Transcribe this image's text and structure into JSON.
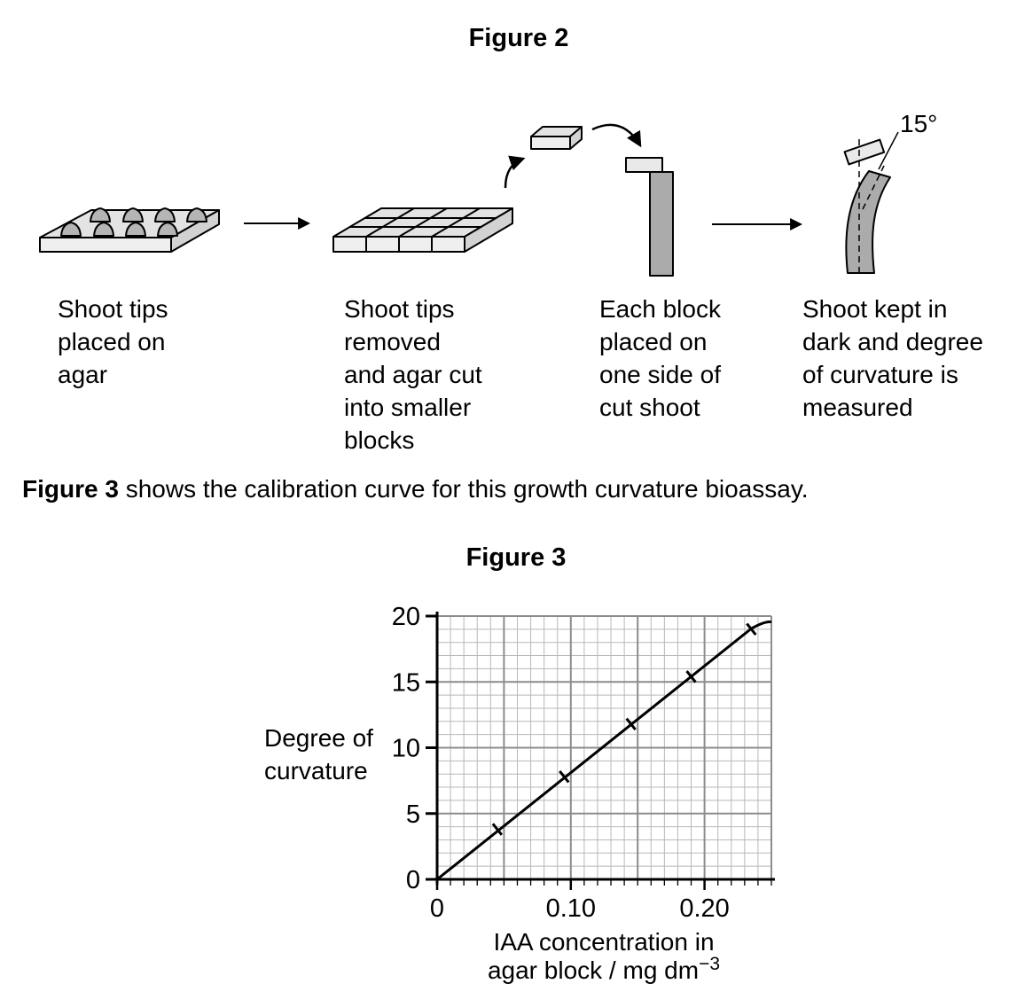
{
  "figure2": {
    "title": "Figure 2",
    "steps": [
      {
        "caption": "Shoot tips\nplaced on\nagar"
      },
      {
        "caption": "Shoot tips\nremoved\nand agar cut\ninto smaller\nblocks"
      },
      {
        "caption": "Each block\nplaced on\none side of\ncut shoot"
      },
      {
        "caption": "Shoot kept in\ndark and degree\nof curvature is\nmeasured"
      }
    ],
    "angle_label": "15°"
  },
  "paragraph": {
    "bold": "Figure 3",
    "rest": " shows the calibration curve for this growth curvature bioassay."
  },
  "figure3": {
    "title": "Figure 3",
    "ylabel": "Degree of\ncurvature",
    "xlabel_line1": "IAA concentration in",
    "xlabel_line2_main": "agar block / mg dm",
    "xlabel_superscript": "−3"
  },
  "chart_data": {
    "type": "line",
    "title": "Figure 3",
    "xlabel": "IAA concentration in agar block / mg dm−3",
    "ylabel": "Degree of curvature",
    "xlim": [
      0,
      0.25
    ],
    "ylim": [
      0,
      20
    ],
    "x_minor_step": 0.01,
    "x_major_step": 0.05,
    "y_minor_step": 1,
    "y_major_step": 5,
    "x_ticks": [
      {
        "value": 0,
        "label": "0"
      },
      {
        "value": 0.1,
        "label": "0.10"
      },
      {
        "value": 0.2,
        "label": "0.20"
      }
    ],
    "y_ticks": [
      {
        "value": 0,
        "label": "0"
      },
      {
        "value": 5,
        "label": "5"
      },
      {
        "value": 10,
        "label": "10"
      },
      {
        "value": 15,
        "label": "15"
      },
      {
        "value": 20,
        "label": "20"
      }
    ],
    "points": [
      [
        0.045,
        3.8
      ],
      [
        0.095,
        7.8
      ],
      [
        0.145,
        11.8
      ],
      [
        0.19,
        15.4
      ],
      [
        0.235,
        19.0
      ]
    ],
    "line": {
      "start": [
        0,
        0
      ],
      "straight_to": [
        0.235,
        19.05
      ],
      "curve_control": [
        0.2455,
        19.65
      ],
      "end": [
        0.25,
        19.55
      ]
    },
    "marker": "x",
    "grid": "minor+major",
    "legend": "none",
    "colors": {
      "line": "#000000",
      "minor_grid": "#b8b8b8",
      "major_grid": "#8c8c8c",
      "axis": "#000000"
    }
  }
}
